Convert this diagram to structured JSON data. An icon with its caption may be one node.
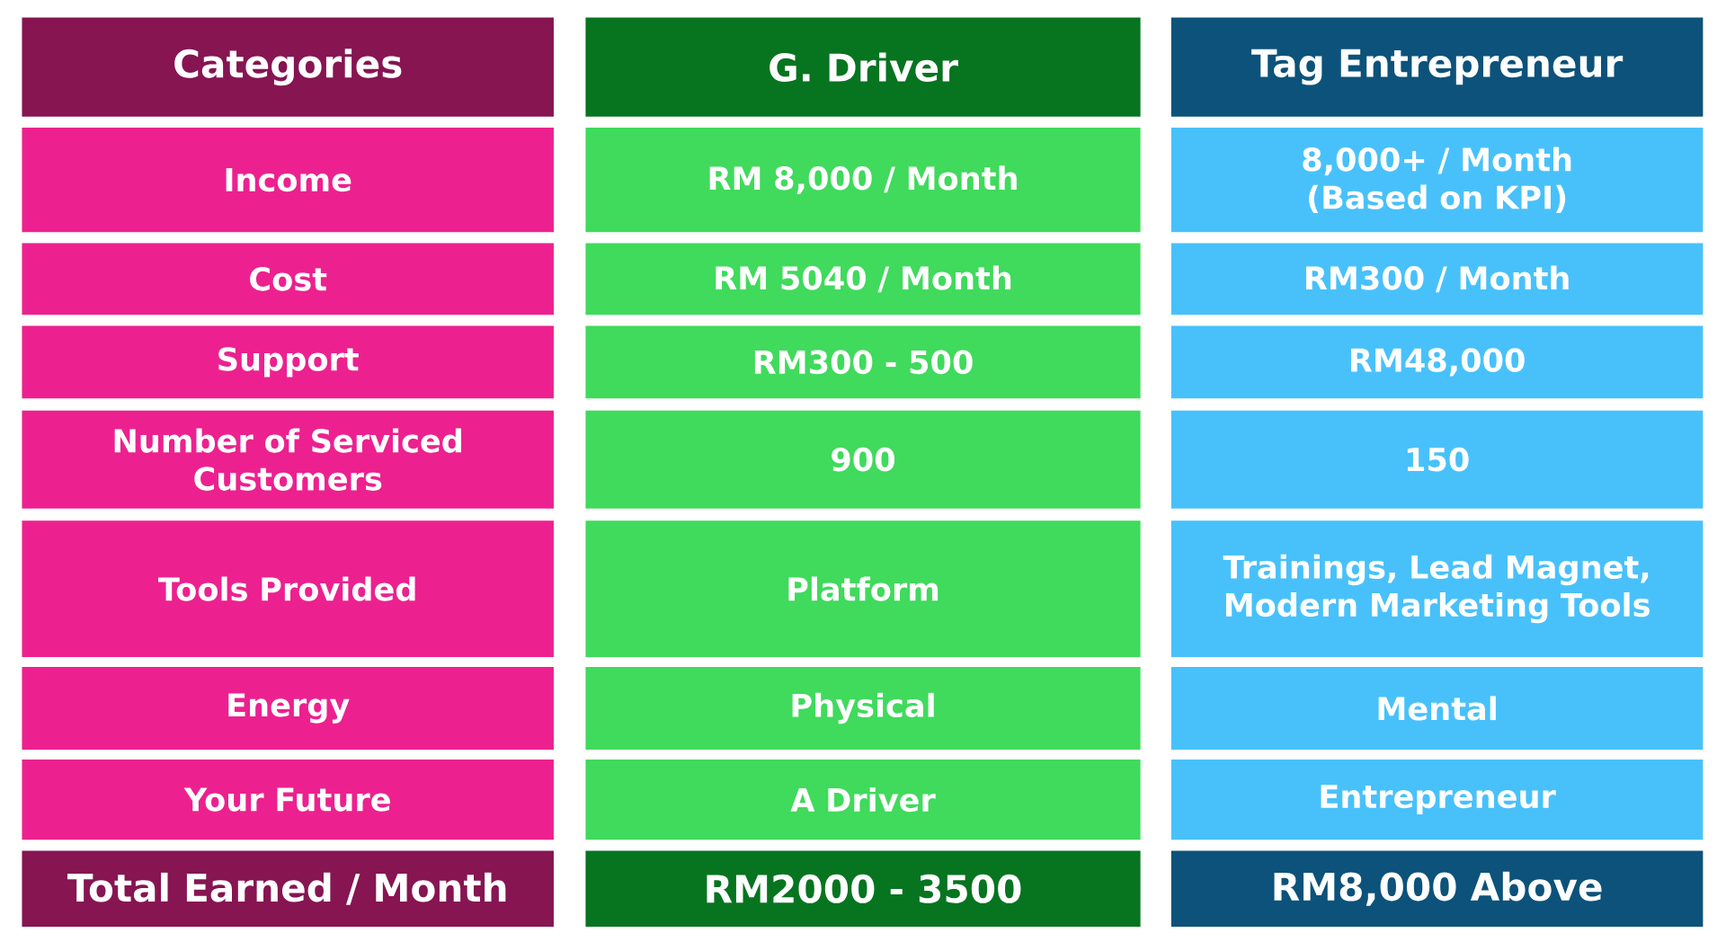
{
  "diagram": {
    "nodes": [
      {
        "text": [
          "Categories"
        ]
      },
      {
        "text": [
          "G. Driver"
        ]
      },
      {
        "text": [
          "Tag Entrepreneur"
        ]
      },
      {
        "text": [
          "Income"
        ]
      },
      {
        "text": [
          "RM 8,000 / Month"
        ]
      },
      {
        "text": [
          "8,000+ / Month (Based on KPI)"
        ]
      },
      {
        "text": [
          "Cost"
        ]
      },
      {
        "text": [
          "RM 5040 / Month"
        ]
      },
      {
        "text": [
          "RM300 / Month"
        ]
      },
      {
        "text": [
          "Support"
        ]
      },
      {
        "text": [
          "RM300 - 500"
        ]
      },
      {
        "text": [
          "RM48,000"
        ]
      },
      {
        "text": [
          "Number of Serviced Customers"
        ]
      },
      {
        "text": [
          "900"
        ]
      },
      {
        "text": [
          "150"
        ]
      },
      {
        "text": [
          "Tools Provided"
        ]
      },
      {
        "text": [
          "Platform"
        ]
      },
      {
        "text": [
          "Trainings, Lead Magnet, Modern Marketing Tools"
        ]
      },
      {
        "text": [
          "Energy"
        ]
      },
      {
        "text": [
          "Physical"
        ]
      },
      {
        "text": [
          "Mental"
        ]
      },
      {
        "text": [
          "Your Future"
        ]
      },
      {
        "text": [
          "A Driver"
        ]
      },
      {
        "text": [
          "Entrepreneur"
        ]
      },
      {
        "text": [
          "Total Earned / Month"
        ]
      },
      {
        "text": [
          "RM2000 - 3500"
        ]
      },
      {
        "text": [
          "RM8,000 Above"
        ]
      }
    ]
  }
}
